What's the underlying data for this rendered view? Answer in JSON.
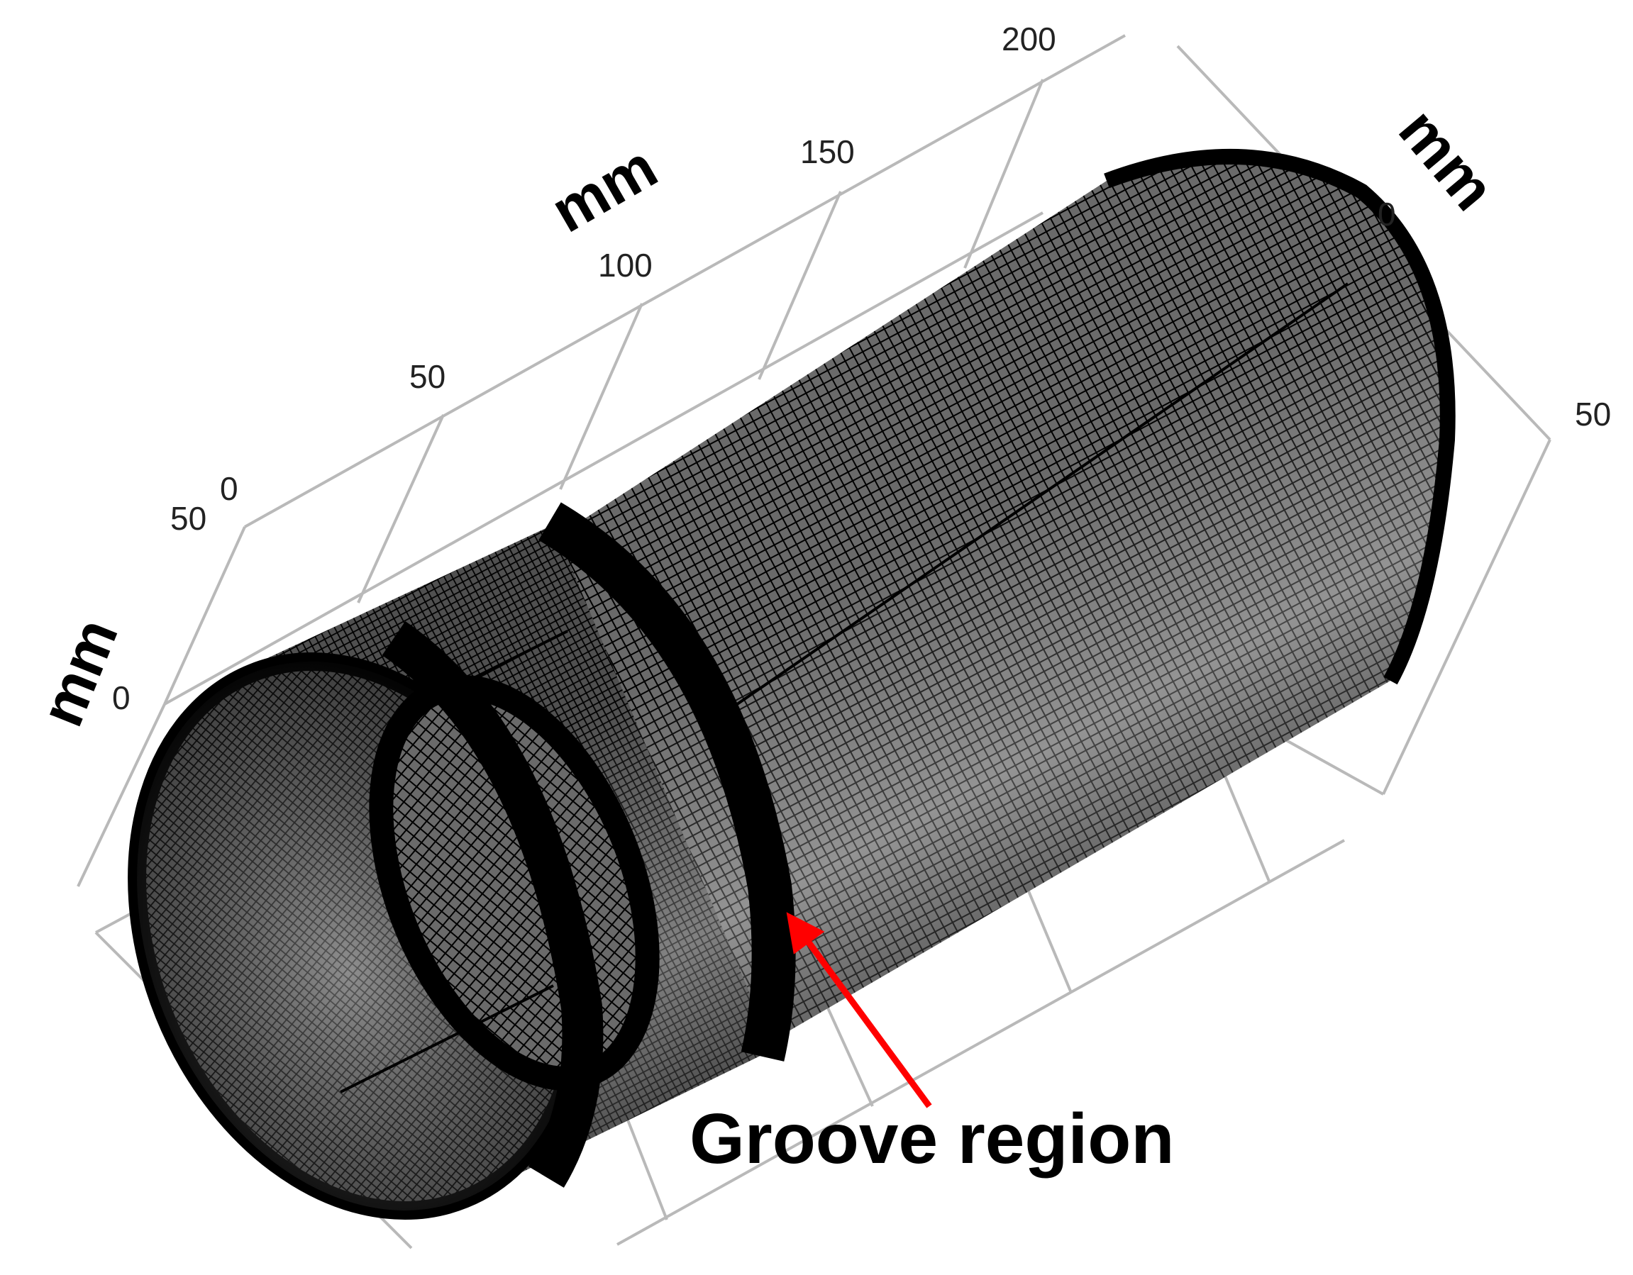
{
  "figure": {
    "top_axis": {
      "unit": "mm",
      "ticks": [
        "0",
        "50",
        "100",
        "150",
        "200"
      ]
    },
    "left_axis": {
      "unit": "mm",
      "ticks": [
        "50",
        "0"
      ]
    },
    "right_axis": {
      "unit": "mm",
      "ticks": [
        "0",
        "50"
      ]
    },
    "callout": {
      "label": "Groove region",
      "arrow_color": "#ff0000"
    },
    "colors": {
      "mesh": "#000000",
      "grid": "#b9b9b9",
      "arrow": "#ff0000"
    }
  }
}
